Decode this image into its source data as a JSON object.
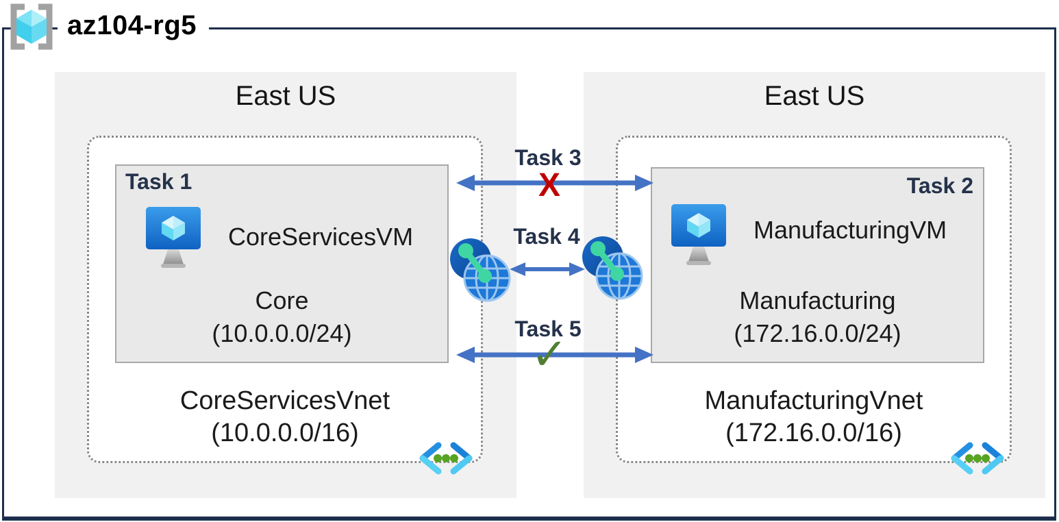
{
  "header": {
    "title": "az104-rg5"
  },
  "regions": {
    "left": {
      "name": "East US",
      "vnet": {
        "name": "CoreServicesVnet",
        "cidr": "(10.0.0.0/16)"
      },
      "subnet": {
        "task": "Task 1",
        "vm": "CoreServicesVM",
        "name": "Core",
        "cidr": "(10.0.0.0/24)"
      }
    },
    "right": {
      "name": "East US",
      "vnet": {
        "name": "ManufacturingVnet",
        "cidr": "(172.16.0.0/16)"
      },
      "subnet": {
        "task": "Task 2",
        "vm": "ManufacturingVM",
        "name": "Manufacturing",
        "cidr": "(172.16.0.0/24)"
      }
    }
  },
  "connections": {
    "task3": {
      "label": "Task 3",
      "marker": "X"
    },
    "task4": {
      "label": "Task 4"
    },
    "task5": {
      "label": "Task 5",
      "marker": "✓"
    }
  },
  "colors": {
    "arrow": "#4472c4",
    "blocked_marker": "#c00000",
    "allowed_marker": "#507e32",
    "task_label": "#25324b",
    "frame": "#1d2e4d",
    "region_fill": "#f1f1f1",
    "subnet_fill": "#e9e9e9"
  }
}
